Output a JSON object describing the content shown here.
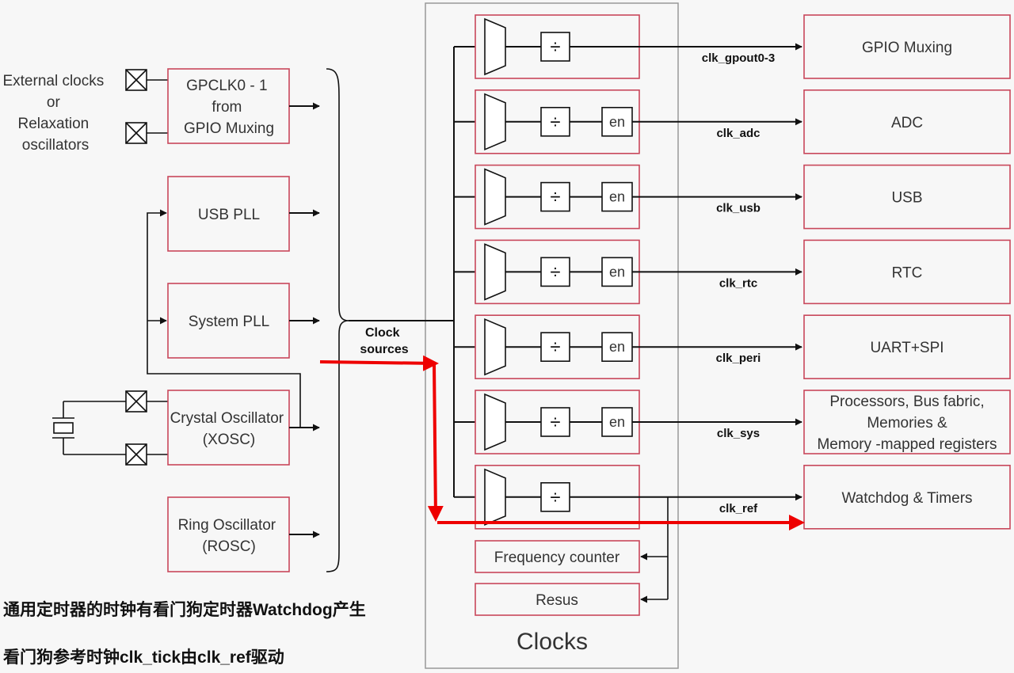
{
  "external": {
    "label_lines": [
      "External clocks",
      "or",
      "Relaxation",
      "oscillators"
    ]
  },
  "sources": [
    {
      "id": "gpclk",
      "lines": [
        "GPCLK0 - 1",
        "from",
        "GPIO Muxing"
      ]
    },
    {
      "id": "usbpll",
      "lines": [
        "USB PLL"
      ]
    },
    {
      "id": "syspll",
      "lines": [
        "System PLL"
      ]
    },
    {
      "id": "xosc",
      "lines": [
        "Crystal Oscillator",
        "(XOSC)"
      ]
    },
    {
      "id": "rosc",
      "lines": [
        "Ring Oscillator",
        "(ROSC)"
      ]
    }
  ],
  "clock_sources_label": [
    "Clock",
    "sources"
  ],
  "clocks_title": "Clocks",
  "divider_symbol": "÷",
  "enable_label": "en",
  "branches": [
    {
      "signal": "clk_gpout0-3",
      "dest": [
        "GPIO Muxing"
      ],
      "has_enable": false
    },
    {
      "signal": "clk_adc",
      "dest": [
        "ADC"
      ],
      "has_enable": true
    },
    {
      "signal": "clk_usb",
      "dest": [
        "USB"
      ],
      "has_enable": true
    },
    {
      "signal": "clk_rtc",
      "dest": [
        "RTC"
      ],
      "has_enable": true
    },
    {
      "signal": "clk_peri",
      "dest": [
        "UART+SPI"
      ],
      "has_enable": true
    },
    {
      "signal": "clk_sys",
      "dest": [
        "Processors, Bus fabric,",
        "Memories &",
        "Memory -mapped registers"
      ],
      "has_enable": true
    },
    {
      "signal": "clk_ref",
      "dest": [
        "Watchdog & Timers"
      ],
      "has_enable": false
    }
  ],
  "frequency_counter": "Frequency counter",
  "resus": "Resus",
  "notes": [
    "通用定时器的时钟有看门狗定时器Watchdog产生",
    "看门狗参考时钟clk_tick由clk_ref驱动"
  ],
  "colors": {
    "box_border": "#c8475b",
    "highlight": "#ee0000",
    "line": "#111111"
  }
}
